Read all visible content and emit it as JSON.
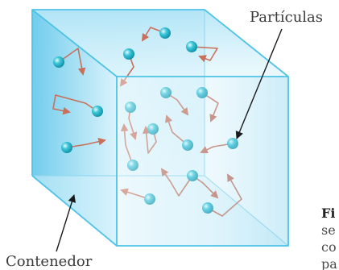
{
  "labels": {
    "particles": "Partículas",
    "container": "Contenedor"
  },
  "caption": {
    "line1": "Fi",
    "line2": "se",
    "line3": "co",
    "line4": "pa"
  },
  "colors": {
    "cube_edge": "#4fc3e6",
    "cube_face_light": "#e6f6fc",
    "cube_face_mid": "#a9dff3",
    "particle": "#1fb0c6",
    "arrow": "#c8705a",
    "pointer": "#1a1a1a"
  }
}
